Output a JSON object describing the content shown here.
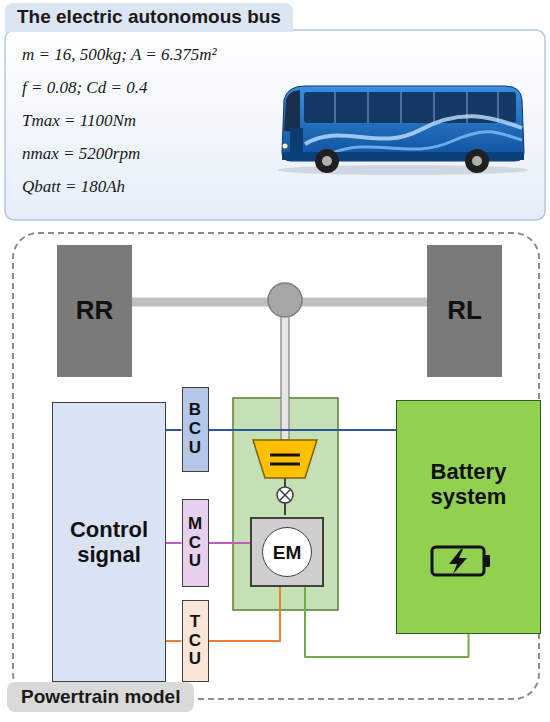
{
  "diagram": {
    "nodes": [
      {
        "text": [
          "The electric autonomous bus",
          "m = 16, 500kg; A = 6.375m²",
          "f = 0.08; Cd = 0.4",
          "Tmax = 1100Nm",
          "nmax = 5200rpm",
          "Qbatt = 180Ah"
        ]
      },
      {
        "text": [
          "Powertrain model"
        ]
      },
      {
        "text": [
          "RR"
        ],
        "in": 1
      },
      {
        "text": [
          "RL"
        ],
        "in": 1
      },
      {
        "text": [
          "Control signal"
        ],
        "in": 1
      },
      {
        "text": [
          "BCU"
        ],
        "in": 1
      },
      {
        "text": [
          "MCU"
        ],
        "in": 1
      },
      {
        "text": [
          "TCU"
        ],
        "in": 1
      },
      {
        "text": [
          "EM"
        ],
        "in": 1
      },
      {
        "text": [
          "Battery system"
        ],
        "in": 1
      }
    ],
    "edges": [
      {
        "from": 2,
        "to": 3,
        "arrow": "none"
      },
      {
        "from": 4,
        "to": 5,
        "arrow": "none"
      },
      {
        "from": 5,
        "to": 9,
        "arrow": "none"
      },
      {
        "from": 4,
        "to": 6,
        "arrow": "none"
      },
      {
        "from": 6,
        "to": 8,
        "arrow": "none"
      },
      {
        "from": 4,
        "to": 7,
        "arrow": "none"
      },
      {
        "from": 7,
        "to": 8,
        "arrow": "none"
      },
      {
        "from": 8,
        "to": 9,
        "arrow": "none"
      }
    ]
  }
}
